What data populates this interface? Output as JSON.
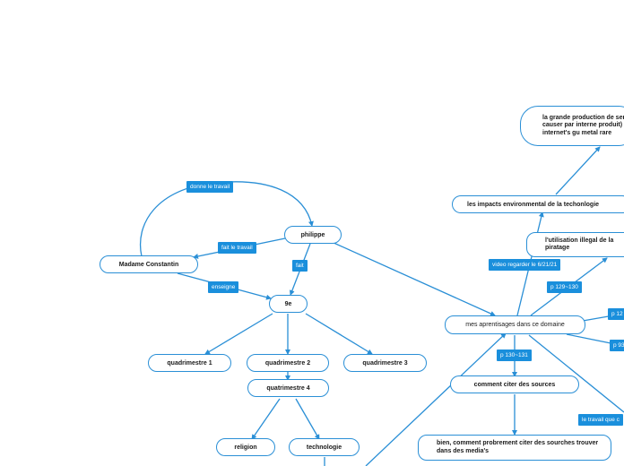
{
  "nodes": {
    "philippe": "philippe",
    "madame": "Madame Constantin",
    "neuf": "9e",
    "q1": "quadrimestre 1",
    "q2": "quadrimestre 2",
    "q3": "quadrimestre 3",
    "q4": "quatrimestre 4",
    "religion": "religion",
    "technologie": "technologie",
    "apprentissages": "mes aprentisages dans ce domaine",
    "citer": "comment citer des sources",
    "bien": "bien, comment probrement citer des sourches trouver dans des media's",
    "impacts": "les impacts environmental de la techonlogie",
    "production": "la grande production de serre causer par interne produit) et internet's gu metal rare",
    "piratage": "l'utilisation illegal de la piratage"
  },
  "labels": {
    "donne": "donne le travail",
    "fait_le": "fait le travail",
    "fait": "fait",
    "enseigne": "enseigne",
    "video": "video regarder le 6/21/21",
    "p129": "p 129~130",
    "p12": "p 12",
    "p93": "p 93",
    "p130": "p 130~131",
    "travail": "le travail que c"
  },
  "colors": {
    "accent": "#1a8fdc",
    "border": "#2a8fd6",
    "line": "#2a8fd6"
  }
}
